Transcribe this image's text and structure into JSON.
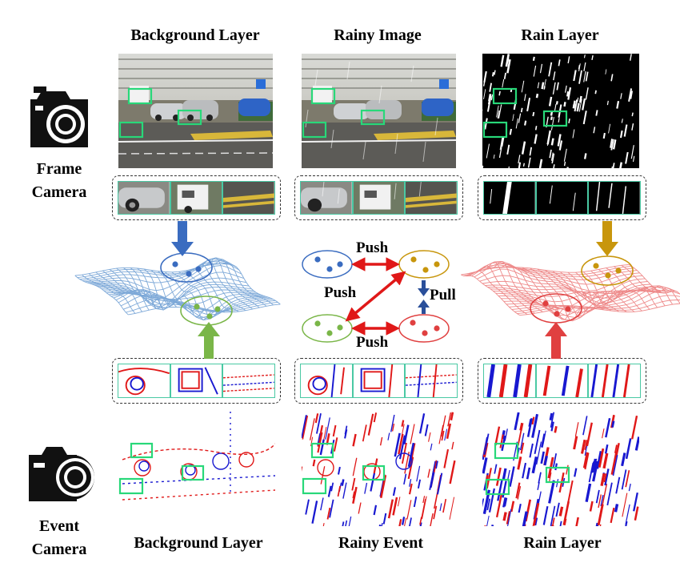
{
  "labels": {
    "top_bg": "Background Layer",
    "top_rainy": "Rainy Image",
    "top_rain": "Rain Layer",
    "bottom_bg": "Background Layer",
    "bottom_rainy": "Rainy Event",
    "bottom_rain": "Rain Layer",
    "frame_cam_line1": "Frame",
    "frame_cam_line2": "Camera",
    "event_cam_line1": "Event",
    "event_cam_line2": "Camera"
  },
  "relations": {
    "push_top": "Push",
    "push_mid": "Push",
    "push_bottom": "Push",
    "pull": "Pull"
  },
  "icons": {
    "frame_camera": "camera-icon",
    "event_camera": "event-camera-icon"
  },
  "colors": {
    "highlight_box": "#28d879",
    "bg_cluster_blue": "#3a6cc0",
    "bg_cluster_green": "#7ab648",
    "rain_cluster_gold": "#c8960c",
    "rain_cluster_red": "#e04040",
    "push_arrow": "#e01818",
    "pull_arrow": "#2a4f9a",
    "event_pos": "#e01818",
    "event_neg": "#1818d0"
  }
}
